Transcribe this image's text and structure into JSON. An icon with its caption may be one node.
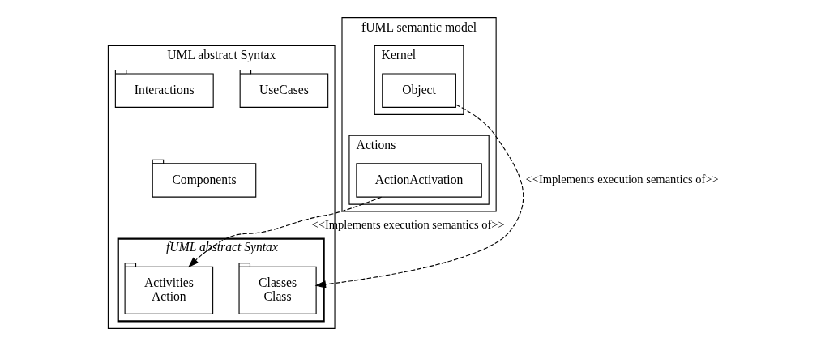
{
  "diagram": {
    "nodes": [
      {
        "text": [
          "UML abstract Syntax"
        ]
      },
      {
        "text": [
          "UseCases"
        ],
        "in": 0
      },
      {
        "text": [
          "Interactions"
        ],
        "in": 0
      },
      {
        "text": [
          "Components"
        ],
        "in": 0
      },
      {
        "text": [
          "fUML abstract Syntax"
        ],
        "in": 0
      },
      {
        "text": [
          "Activities",
          "Action"
        ],
        "in": 4
      },
      {
        "text": [
          "Classes",
          "Class"
        ],
        "in": 4
      },
      {
        "text": [
          "fUML semantic model"
        ]
      },
      {
        "text": [
          "Kernel"
        ],
        "in": 7
      },
      {
        "text": [
          "Object"
        ],
        "in": 8
      },
      {
        "text": [
          "Actions"
        ],
        "in": 7
      },
      {
        "text": [
          "ActionActivation"
        ],
        "in": 10
      }
    ],
    "edges": [
      {
        "from": 9,
        "to": 6,
        "arrow": "to",
        "style": "dashed",
        "label": "<<Implements execution semantics of>>"
      },
      {
        "from": 11,
        "to": 5,
        "arrow": "to",
        "style": "dashed",
        "label": "<<Implements execution semantics of>>"
      }
    ]
  }
}
